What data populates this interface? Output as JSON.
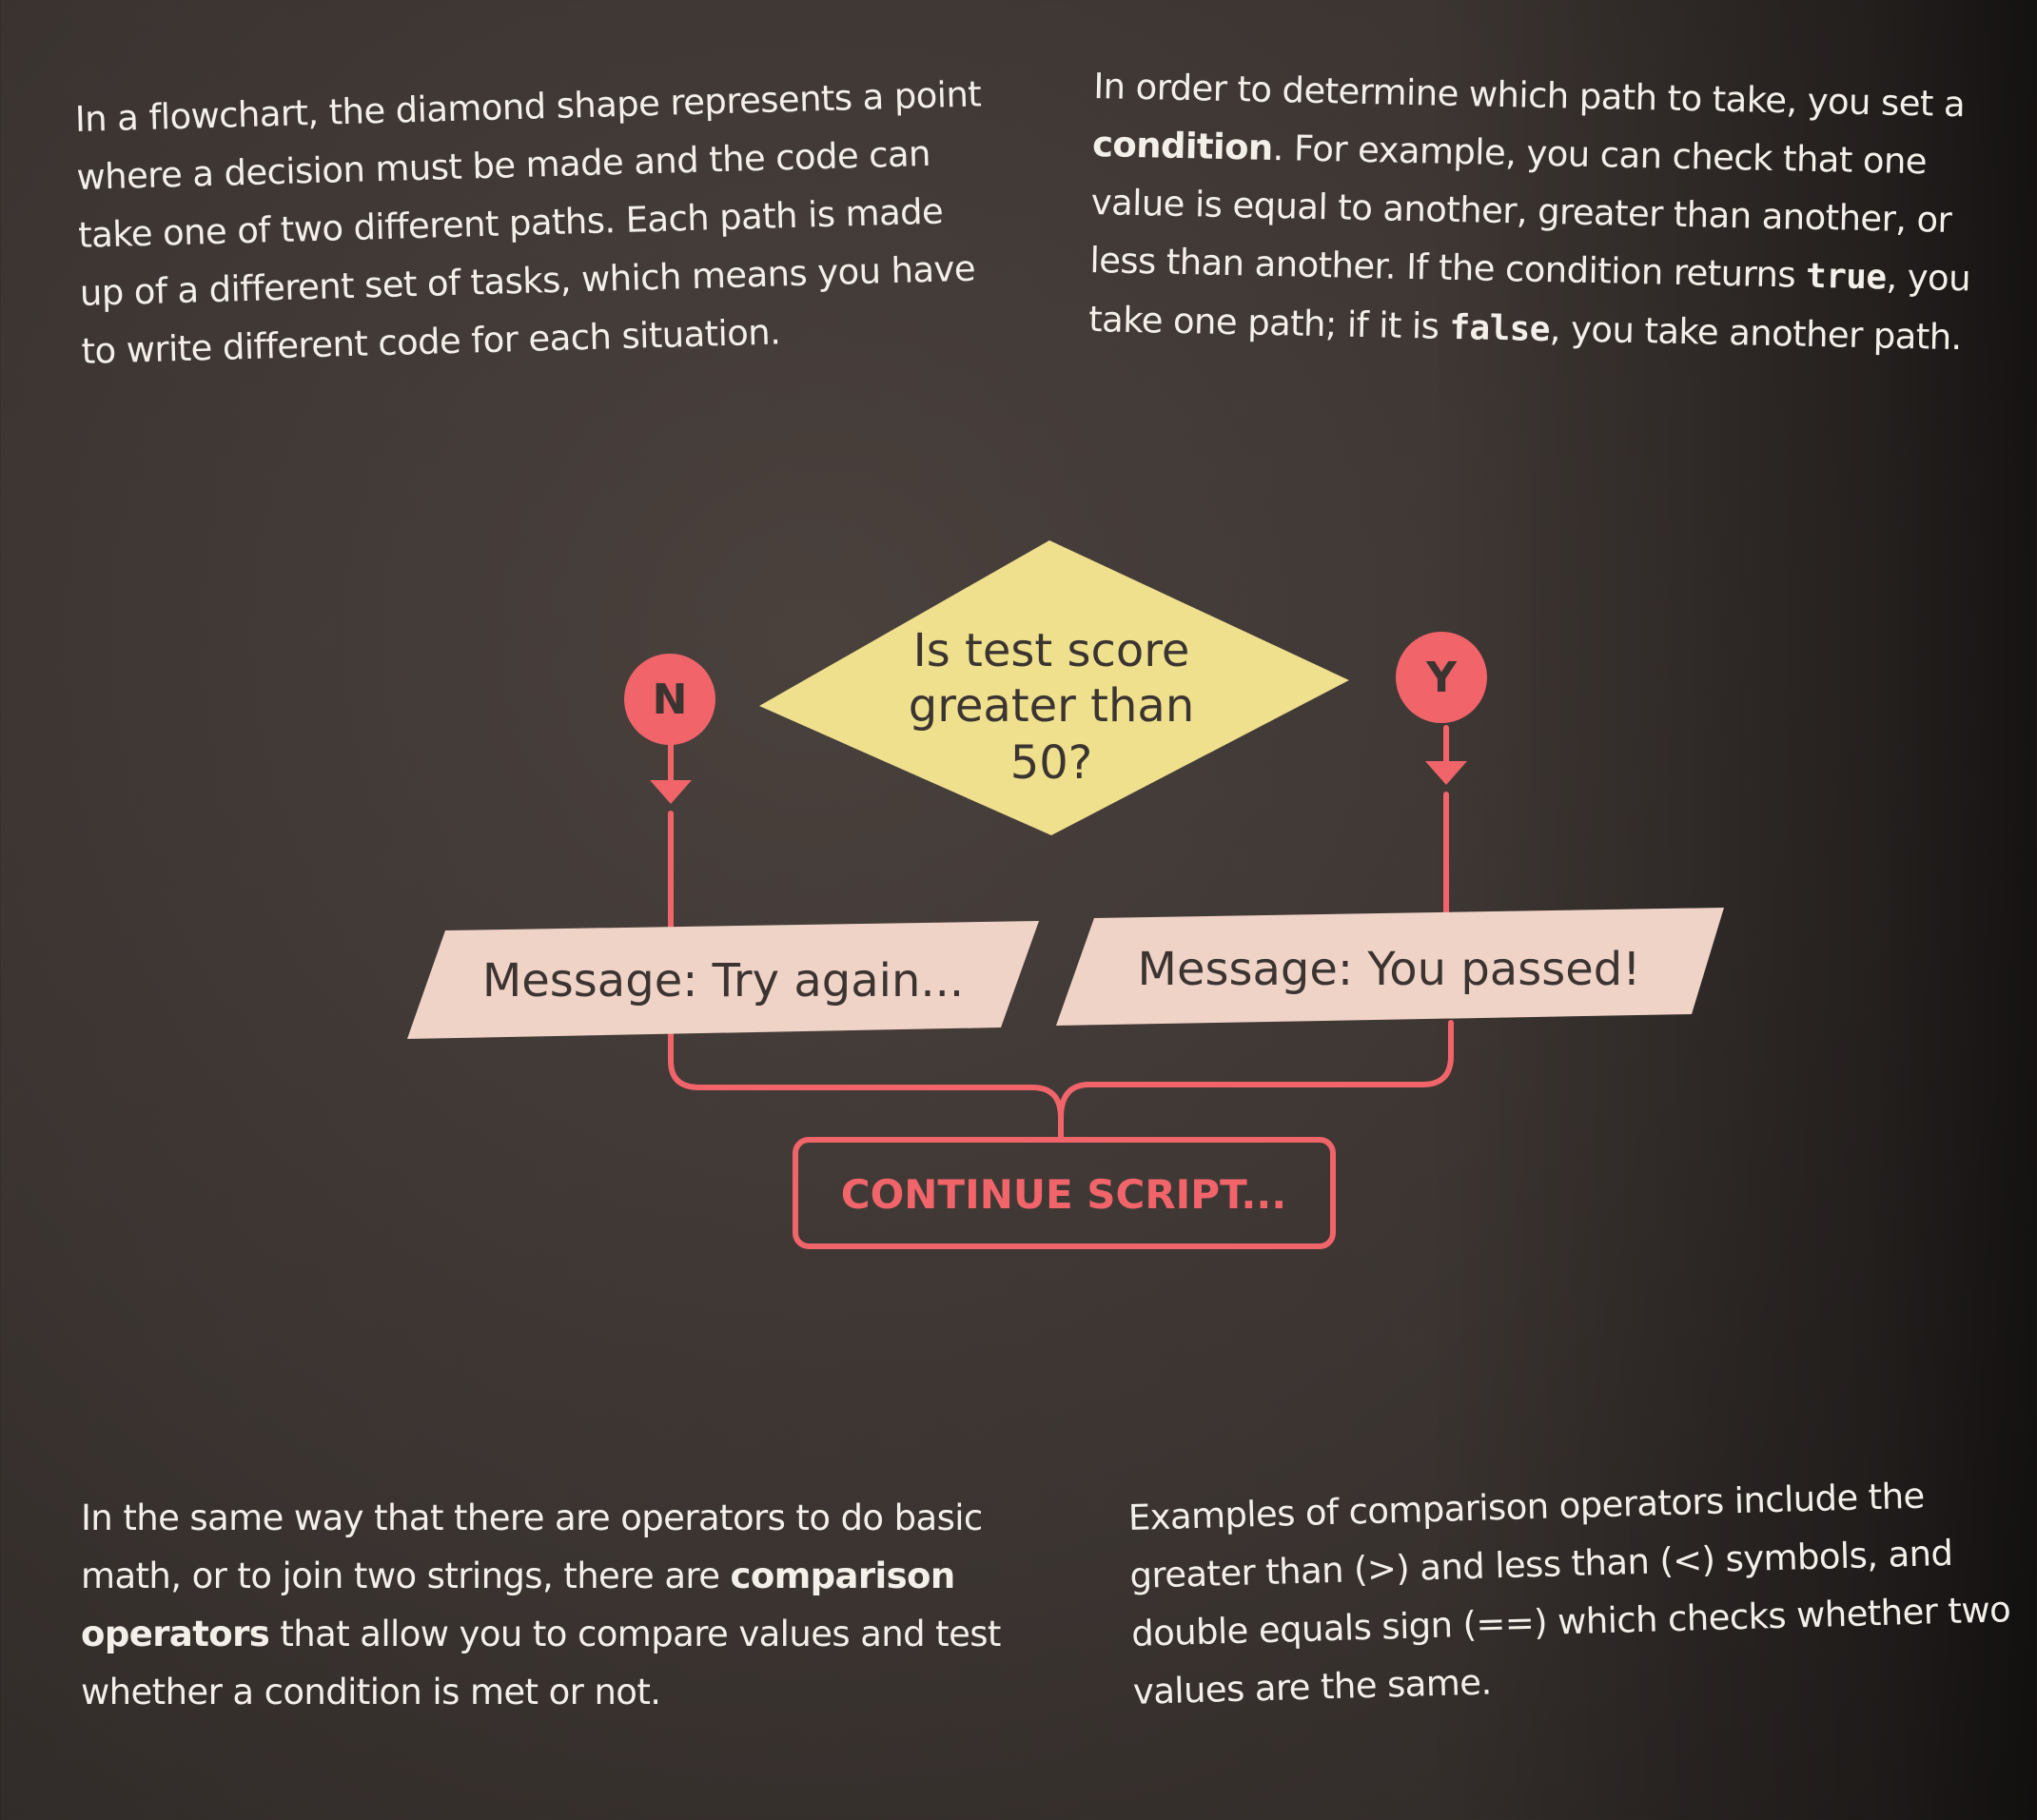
{
  "paragraphs": {
    "top_left": {
      "text": "In a flowchart, the diamond shape represents a point where a decision must be made and the code can take one of two different paths.  Each path is made up of a different set of tasks, which means you have to write different code for each situation."
    },
    "top_right": {
      "before_condition": "In order to determine which path to take, you set a ",
      "condition": "condition",
      "after_condition": ". For example, you can check that one value is equal to another, greater than another, or less than another. If the condition returns ",
      "true_code": "true",
      "middle": ", you take one path; if it is ",
      "false_code": "false",
      "end": ", you take another path."
    },
    "bottom_left": {
      "before": "In the same way that there are operators to do basic math, or to join two strings, there are ",
      "bold": "comparison operators",
      "after": " that allow you to compare values and test whether a condition is met or not."
    },
    "bottom_right": {
      "text": "Examples of comparison operators include the greater than (>) and less than (<) symbols, and double equals sign (==) which checks whether two values are the same."
    }
  },
  "flowchart": {
    "decision_lines": [
      "Is test score",
      "greater than",
      "50?"
    ],
    "no_label": "N",
    "yes_label": "Y",
    "no_message": "Message: Try again...",
    "yes_message": "Message: You passed!",
    "continue_label": "CONTINUE SCRIPT..."
  },
  "colors": {
    "background": "#3d3633",
    "diamond_fill": "#efe08e",
    "message_fill": "#f0d3c7",
    "accent": "#f0646a",
    "text": "#f3efe9"
  }
}
